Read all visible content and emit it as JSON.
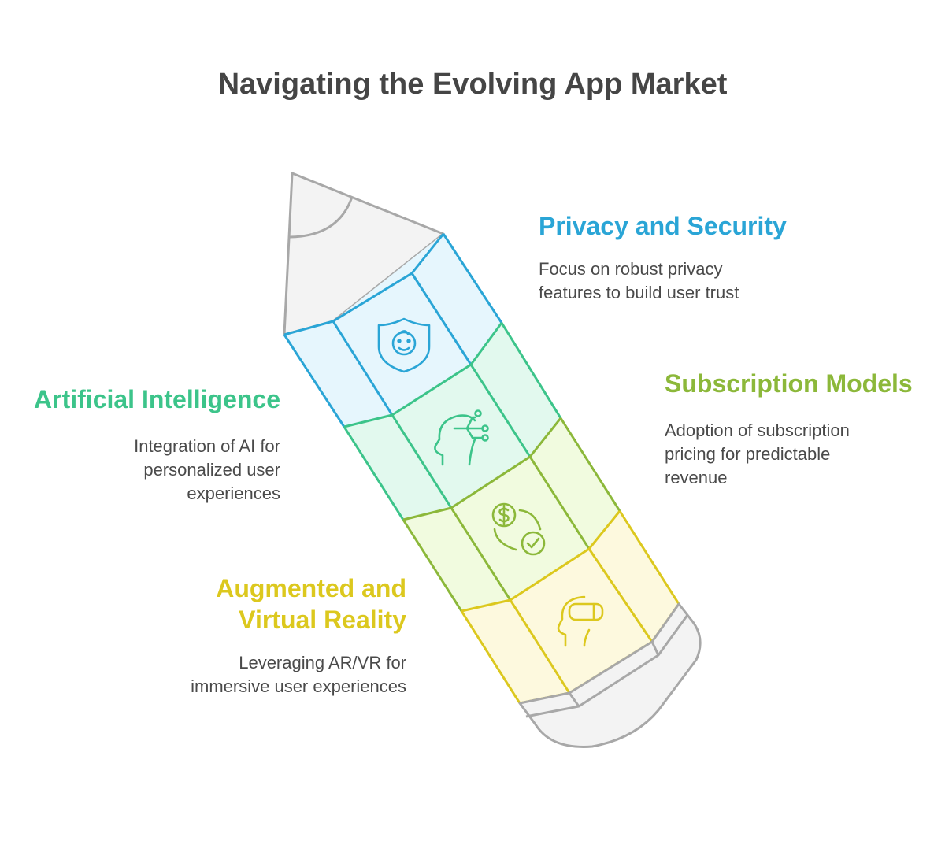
{
  "title": "Navigating the Evolving App Market",
  "colors": {
    "privacy": "#2aa5d6",
    "ai": "#3cc48a",
    "subscription": "#8cb83a",
    "arvr": "#dcc81e",
    "pencil_gray": "#a8a8a8"
  },
  "sections": [
    {
      "id": "privacy",
      "heading": "Privacy and Security",
      "description_lines": [
        "Focus on robust privacy",
        "features to build user trust"
      ],
      "icon": "shield-face-icon"
    },
    {
      "id": "subscription",
      "heading": "Subscription Models",
      "description_lines": [
        "Adoption of subscription",
        "pricing for predictable",
        "revenue"
      ],
      "icon": "dollar-cycle-check-icon"
    },
    {
      "id": "ai",
      "heading": "Artificial Intelligence",
      "description_lines": [
        "Integration of AI for",
        "personalized user",
        "experiences"
      ],
      "icon": "ai-head-icon"
    },
    {
      "id": "arvr",
      "heading_lines": [
        "Augmented and",
        "Virtual Reality"
      ],
      "description_lines": [
        "Leveraging AR/VR for",
        "immersive user experiences"
      ],
      "icon": "vr-headset-icon"
    }
  ]
}
